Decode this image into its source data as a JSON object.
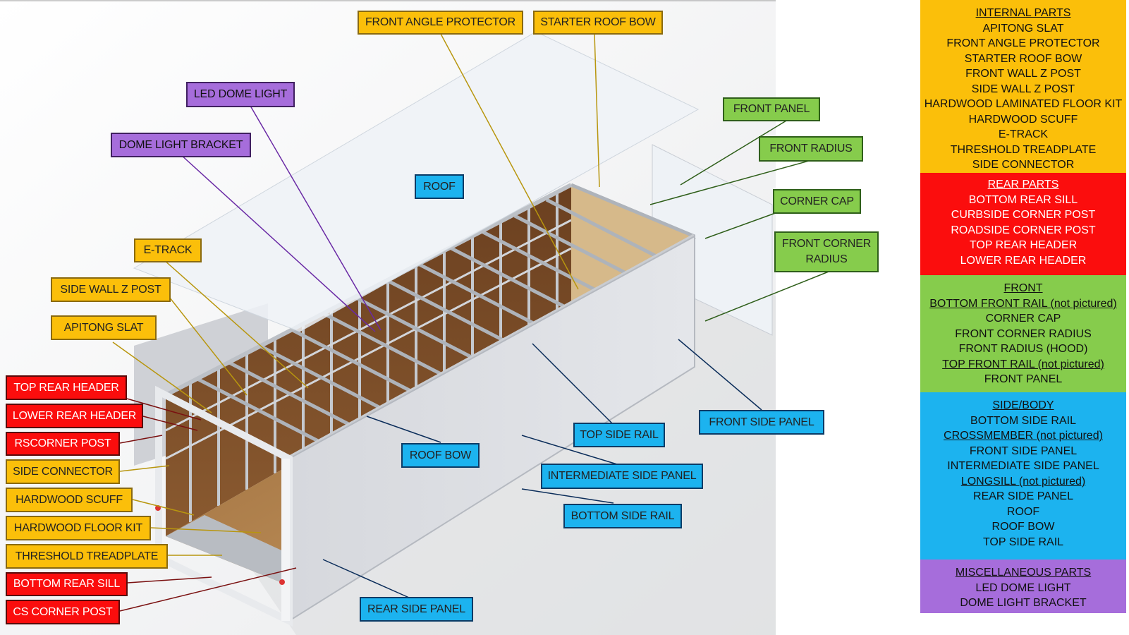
{
  "labels": {
    "front_angle_protector": "FRONT ANGLE PROTECTOR",
    "starter_roof_bow": "STARTER ROOF BOW",
    "led_dome_light": "LED DOME LIGHT",
    "dome_light_bracket": "DOME LIGHT BRACKET",
    "roof": "ROOF",
    "front_panel": "FRONT PANEL",
    "front_radius": "FRONT RADIUS",
    "corner_cap": "CORNER CAP",
    "front_corner_radius_1": "FRONT CORNER",
    "front_corner_radius_2": "RADIUS",
    "e_track": "E-TRACK",
    "side_wall_z_post": "SIDE WALL Z POST",
    "apitong_slat": "APITONG SLAT",
    "top_rear_header": "TOP REAR HEADER",
    "lower_rear_header": "LOWER REAR HEADER",
    "rs_corner_post": "RSCORNER POST",
    "side_connector": "SIDE CONNECTOR",
    "hardwood_scuff": "HARDWOOD SCUFF",
    "hardwood_floor_kit": "HARDWOOD FLOOR KIT",
    "threshold_treadplate": "THRESHOLD TREADPLATE",
    "bottom_rear_sill": "BOTTOM REAR SILL",
    "cs_corner_post": "CS CORNER POST",
    "roof_bow": "ROOF BOW",
    "top_side_rail": "TOP SIDE RAIL",
    "front_side_panel": "FRONT SIDE PANEL",
    "intermediate_side_panel": "INTERMEDIATE SIDE PANEL",
    "bottom_side_rail": "BOTTOM SIDE RAIL",
    "rear_side_panel": "REAR SIDE PANEL"
  },
  "legend": {
    "internal": {
      "heading": "INTERNAL PARTS",
      "items": [
        "APITONG SLAT",
        "FRONT ANGLE PROTECTOR",
        "STARTER ROOF BOW",
        "FRONT WALL Z POST",
        "SIDE WALL Z POST",
        "HARDWOOD LAMINATED FLOOR KIT",
        "HARDWOOD SCUFF",
        "E-TRACK",
        "THRESHOLD TREADPLATE",
        "SIDE CONNECTOR"
      ]
    },
    "rear": {
      "heading": "REAR PARTS",
      "items": [
        "BOTTOM REAR SILL",
        "CURBSIDE CORNER POST",
        "ROADSIDE CORNER POST",
        "TOP REAR HEADER",
        "LOWER REAR HEADER"
      ]
    },
    "front": {
      "heading": "FRONT",
      "items": [
        "BOTTOM FRONT RAIL (not pictured)",
        "CORNER CAP",
        "FRONT CORNER RADIUS",
        "FRONT RADIUS (HOOD)",
        "TOP FRONT RAIL (not pictured)",
        "FRONT PANEL"
      ]
    },
    "side": {
      "heading": "SIDE/BODY",
      "items": [
        "BOTTOM SIDE RAIL",
        "CROSSMEMBER (not pictured)",
        "FRONT SIDE PANEL",
        "INTERMEDIATE SIDE PANEL",
        "LONGSILL (not pictured)",
        "REAR SIDE PANEL",
        "ROOF",
        "ROOF BOW",
        "TOP SIDE RAIL"
      ]
    },
    "misc": {
      "heading": "MISCELLANEOUS PARTS",
      "items": [
        "LED DOME LIGHT",
        "DOME LIGHT BRACKET"
      ]
    }
  },
  "colors": {
    "internal": "#fbbf0a",
    "rear": "#fb0d0d",
    "front": "#86cc4c",
    "side": "#1cb3ef",
    "misc": "#a66ddb"
  }
}
